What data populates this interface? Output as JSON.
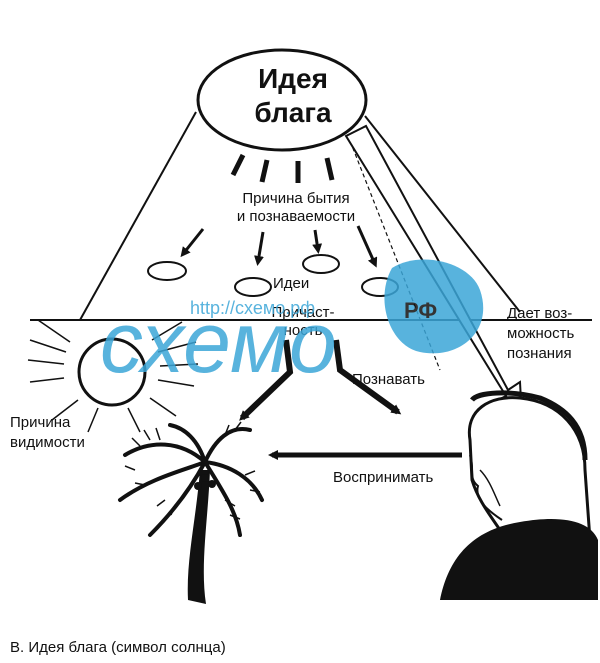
{
  "idea_of_good": [
    "Идея",
    "блага"
  ],
  "cause_of_being": [
    "Причина бытия",
    "и познаваемости"
  ],
  "ideas": "Идеи",
  "participation": [
    "Причаст-",
    "ность"
  ],
  "gives_possibility": [
    "Дает воз-",
    "можность",
    "познания"
  ],
  "cognize": "Познавать",
  "cause_of_visibility": [
    "Причина",
    "видимости"
  ],
  "perceive": "Воспринимать",
  "caption": "В.  Идея блага (символ солнца)",
  "watermark": {
    "url": "http://схемо.рф",
    "brand": "схемо",
    "badge": "РФ"
  },
  "colors": {
    "ink": "#111111",
    "watermark": "#3ba6d8"
  }
}
